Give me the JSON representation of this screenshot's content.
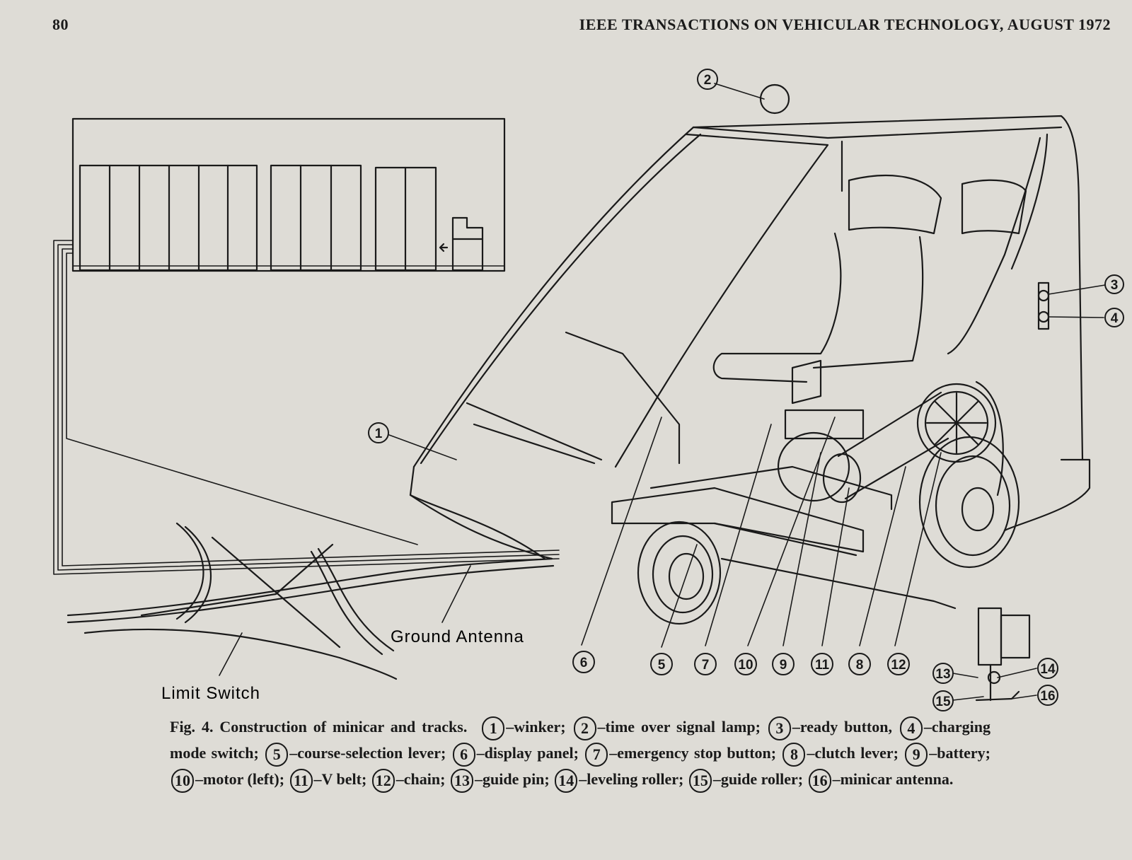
{
  "header": {
    "page_number": "80",
    "running_head": "IEEE TRANSACTIONS ON VEHICULAR TECHNOLOGY, AUGUST 1972"
  },
  "figure": {
    "labels": {
      "ground_antenna": "Ground Antenna",
      "limit_switch": "Limit Switch"
    },
    "callouts": [
      "1",
      "2",
      "3",
      "4",
      "5",
      "6",
      "7",
      "8",
      "9",
      "10",
      "11",
      "12",
      "13",
      "14",
      "15",
      "16"
    ]
  },
  "caption": {
    "fig_label": "Fig. 4. Construction of minicar and tracks.",
    "items": [
      {
        "num": "1",
        "text": "–winker;"
      },
      {
        "num": "2",
        "text": "–time over signal lamp;"
      },
      {
        "num": "3",
        "text": "–ready button,"
      },
      {
        "num": "4",
        "text": "–charging mode switch;"
      },
      {
        "num": "5",
        "text": "–course-selection lever;"
      },
      {
        "num": "6",
        "text": "–display panel;"
      },
      {
        "num": "7",
        "text": "–emergency stop button;"
      },
      {
        "num": "8",
        "text": "–clutch lever;"
      },
      {
        "num": "9",
        "text": "–battery;"
      },
      {
        "num": "10",
        "text": "–motor (left);"
      },
      {
        "num": "11",
        "text": "–V belt;"
      },
      {
        "num": "12",
        "text": "–chain;"
      },
      {
        "num": "13",
        "text": "–guide pin;"
      },
      {
        "num": "14",
        "text": "–leveling roller;"
      },
      {
        "num": "15",
        "text": "–guide roller;"
      },
      {
        "num": "16",
        "text": "–minicar antenna."
      }
    ]
  }
}
